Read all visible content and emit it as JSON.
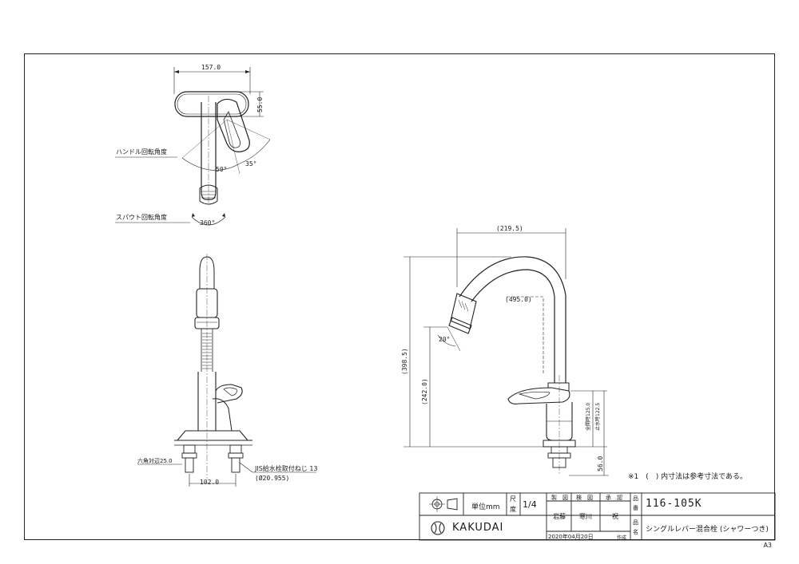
{
  "top_view": {
    "width_dim": "157.0",
    "height_dim": "55.0",
    "handle_rotation_label": "ハンドル回転角度",
    "angle_left": "50°",
    "angle_right": "35°",
    "spout_rotation_label": "スパウト回転角度",
    "spout_angle": "360°"
  },
  "front_view": {
    "hex_label": "六角対辺25.0",
    "pitch_dim": "102.0",
    "thread_label": "JIS給水栓取付ねじ 13",
    "thread_dia": "(Ø20.955)"
  },
  "side_view": {
    "reach_dim": "(219.5)",
    "hose_dim": "(495.0)",
    "angle": "20°",
    "total_height": "(398.5)",
    "spout_height": "(242.0)",
    "lever_full_open": "全開時125.0",
    "lever_closed": "止水時122.5",
    "base_height": "56.0"
  },
  "note": "※1　(　) 内寸法は参考寸法である。",
  "title_block": {
    "unit_label": "単位mm",
    "scale_label_1": "尺",
    "scale_label_2": "度",
    "scale_value": "1/4",
    "col_drawing": "製　図",
    "col_check": "検　図",
    "col_approve": "承　認",
    "name_drawing": "岩藤",
    "name_check": "寒川",
    "name_approve": "祝",
    "date": "2020年04月20日",
    "date_suffix": "作成",
    "product_no_label_1": "品",
    "product_no_label_2": "番",
    "product_no": "116-105K",
    "product_name_label_1": "品",
    "product_name_label_2": "名",
    "product_name": "シングルレバー混合栓 (シャワーつき)",
    "brand": "KAKUDAI"
  },
  "sheet_size": "A3"
}
